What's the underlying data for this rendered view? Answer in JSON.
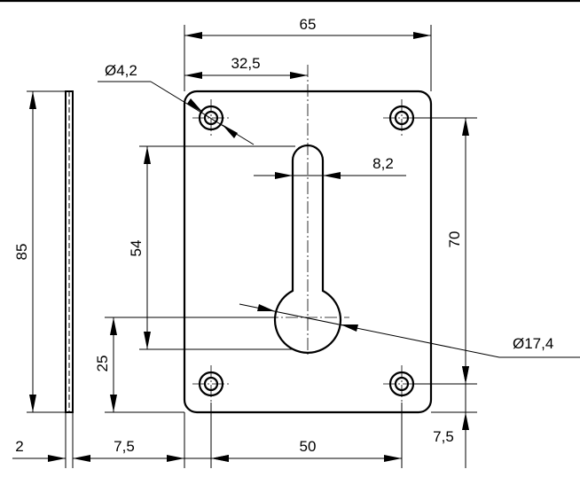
{
  "drawing": {
    "colors": {
      "line": "#000000",
      "background": "#ffffff"
    },
    "dimensions": {
      "overall_width": "65",
      "half_width": "32,5",
      "hole_diameter": "Ø4,2",
      "slot_width": "8,2",
      "hole_spacing_vertical": "70",
      "slot_length": "54",
      "keyhole_height": "25",
      "keyhole_diameter": "Ø17,4",
      "overall_height": "85",
      "thickness": "2",
      "hole_offset_left": "7,5",
      "hole_spacing_horizontal": "50",
      "hole_offset_bottom": "7,5"
    }
  }
}
